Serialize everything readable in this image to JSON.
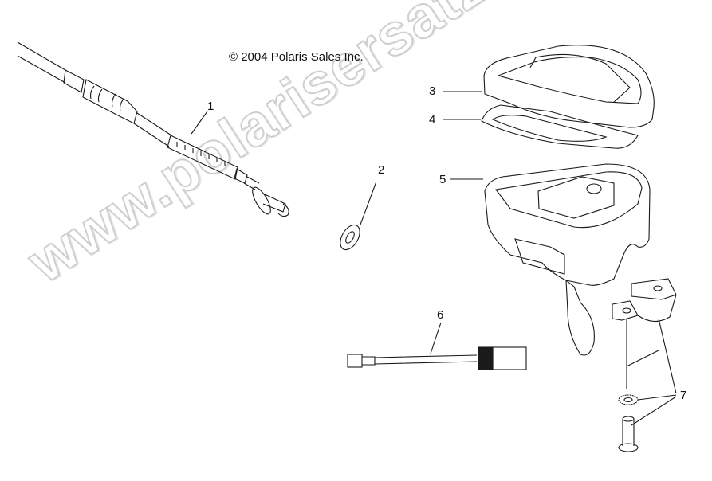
{
  "diagram": {
    "copyright": "© 2004 Polaris Sales Inc.",
    "watermark": "www.polarisersatzteile.de",
    "colors": {
      "line": "#1a1a1a",
      "watermark_outline": "#cfcfcf",
      "background": "#ffffff"
    },
    "callouts": [
      {
        "id": "1",
        "label": "1",
        "part": "cable"
      },
      {
        "id": "2",
        "label": "2",
        "part": "washer"
      },
      {
        "id": "3",
        "label": "3",
        "part": "throttle-cover"
      },
      {
        "id": "4",
        "label": "4",
        "part": "cover-gasket"
      },
      {
        "id": "5",
        "label": "5",
        "part": "throttle-housing"
      },
      {
        "id": "6",
        "label": "6",
        "part": "wire-harness"
      },
      {
        "id": "7",
        "label": "7",
        "part": "clamp-screw-lockwasher"
      }
    ]
  }
}
